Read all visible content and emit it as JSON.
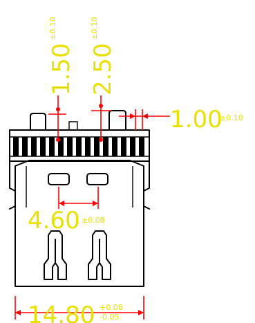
{
  "dimensions": {
    "pin_pitch_left": {
      "value": "1.50",
      "tolerance": "±0.10"
    },
    "pin_pitch_right": {
      "value": "2.50",
      "tolerance": "±0.10"
    },
    "pin_width": {
      "value": "1.00",
      "tolerance": "±0.10"
    },
    "slot_spacing": {
      "value": "4.60",
      "tolerance": "±0.08"
    },
    "body_width": {
      "value": "14.80",
      "tolerance_upper": "+0.08",
      "tolerance_lower": "-0.05"
    }
  }
}
